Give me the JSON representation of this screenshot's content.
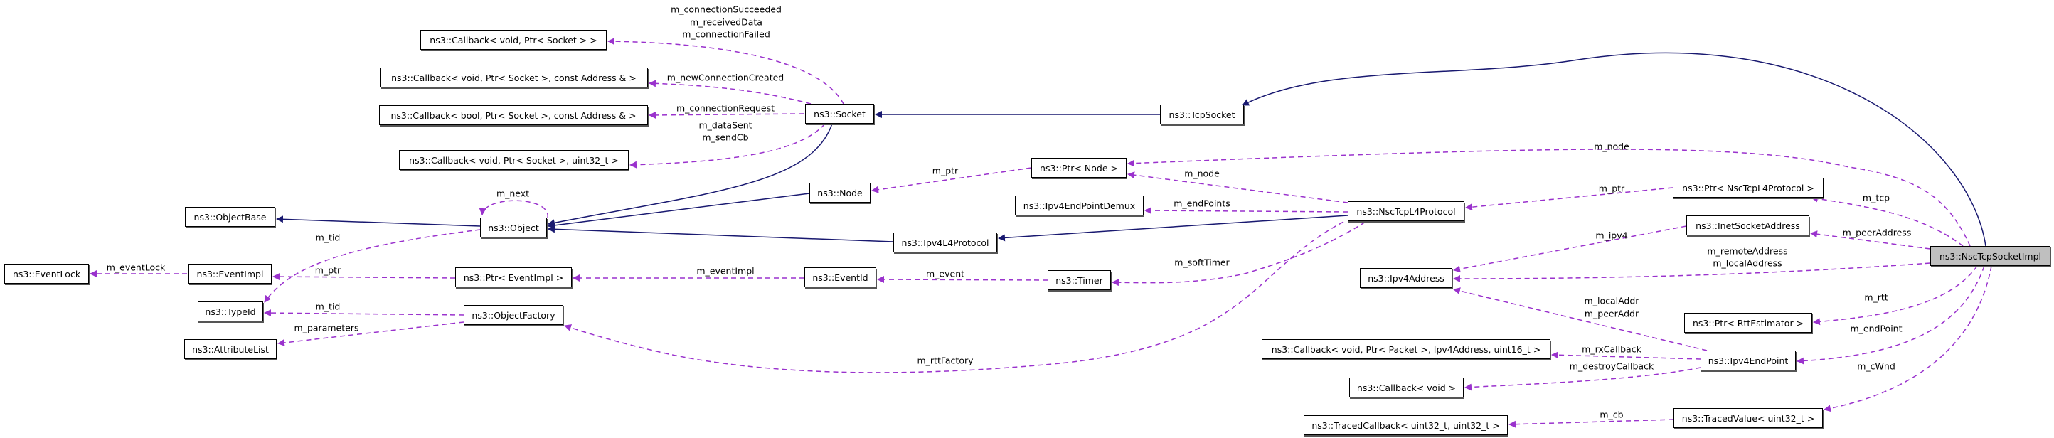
{
  "colors": {
    "inheritance": "#191970",
    "usage": "#9a32cd",
    "highlight": "#bfbfbf"
  },
  "nodes": {
    "cb_socket": "ns3::Callback< void, Ptr< Socket > >",
    "cb_socket_addr": "ns3::Callback< void, Ptr< Socket >, const Address & >",
    "cb_bool_socket_addr": "ns3::Callback< bool, Ptr< Socket >, const Address & >",
    "cb_socket_uint32": "ns3::Callback< void, Ptr< Socket >, uint32_t >",
    "socket": "ns3::Socket",
    "tcp_socket": "ns3::TcpSocket",
    "object_base": "ns3::ObjectBase",
    "object": "ns3::Object",
    "node": "ns3::Node",
    "ptr_node": "ns3::Ptr< Node >",
    "endpoint_demux": "ns3::Ipv4EndPointDemux",
    "nsc_l4": "ns3::NscTcpL4Protocol",
    "ptr_nsc_l4": "ns3::Ptr< NscTcpL4Protocol >",
    "inet_socket_address": "ns3::InetSocketAddress",
    "ipv4_l4": "ns3::Ipv4L4Protocol",
    "event_lock": "ns3::EventLock",
    "event_impl": "ns3::EventImpl",
    "ptr_event_impl": "ns3::Ptr< EventImpl >",
    "event_id": "ns3::EventId",
    "timer": "ns3::Timer",
    "ipv4_address": "ns3::Ipv4Address",
    "nsc_socket_impl": "ns3::NscTcpSocketImpl",
    "type_id": "ns3::TypeId",
    "object_factory": "ns3::ObjectFactory",
    "attribute_list": "ns3::AttributeList",
    "ptr_rtt": "ns3::Ptr< RttEstimator >",
    "cb_packet": "ns3::Callback< void, Ptr< Packet >, Ipv4Address, uint16_t >",
    "ipv4_endpoint": "ns3::Ipv4EndPoint",
    "cb_void": "ns3::Callback< void >",
    "traced_value": "ns3::TracedValue< uint32_t >",
    "traced_callback": "ns3::TracedCallback< uint32_t, uint32_t >"
  },
  "edge_labels": {
    "connection_succeeded": "m_connectionSucceeded",
    "received_data": "m_receivedData",
    "connection_failed": "m_connectionFailed",
    "new_connection_created": "m_newConnectionCreated",
    "connection_request": "m_connectionRequest",
    "data_sent": "m_dataSent",
    "send_cb": "m_sendCb",
    "next": "m_next",
    "tid_object": "m_tid",
    "event_lock": "m_eventLock",
    "ptr_event": "m_ptr",
    "tid_factory": "m_tid",
    "parameters": "m_parameters",
    "event_impl": "m_eventImpl",
    "node_top": "m_node",
    "ptr_node": "m_ptr",
    "node_l4": "m_node",
    "end_points": "m_endPoints",
    "ptr_l4": "m_ptr",
    "tcp": "m_tcp",
    "peer_address": "m_peerAddress",
    "ipv4": "m_ipv4",
    "remote_address": "m_remoteAddress",
    "local_address": "m_localAddress",
    "soft_timer": "m_softTimer",
    "event": "m_event",
    "local_addr": "m_localAddr",
    "peer_addr": "m_peerAddr",
    "rtt": "m_rtt",
    "end_point": "m_endPoint",
    "rx_callback": "m_rxCallback",
    "destroy_callback": "m_destroyCallback",
    "rtt_factory": "m_rttFactory",
    "cwnd": "m_cWnd",
    "cb": "m_cb"
  }
}
